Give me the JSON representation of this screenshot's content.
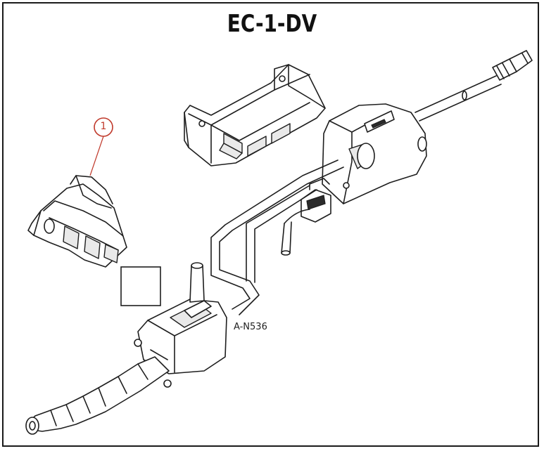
{
  "title": "EC-1-DV",
  "part_label": "A-N536",
  "callout_number": "1",
  "colors": {
    "callout": "#c0392b",
    "line": "#1e1e1e",
    "background": "#ffffff"
  }
}
